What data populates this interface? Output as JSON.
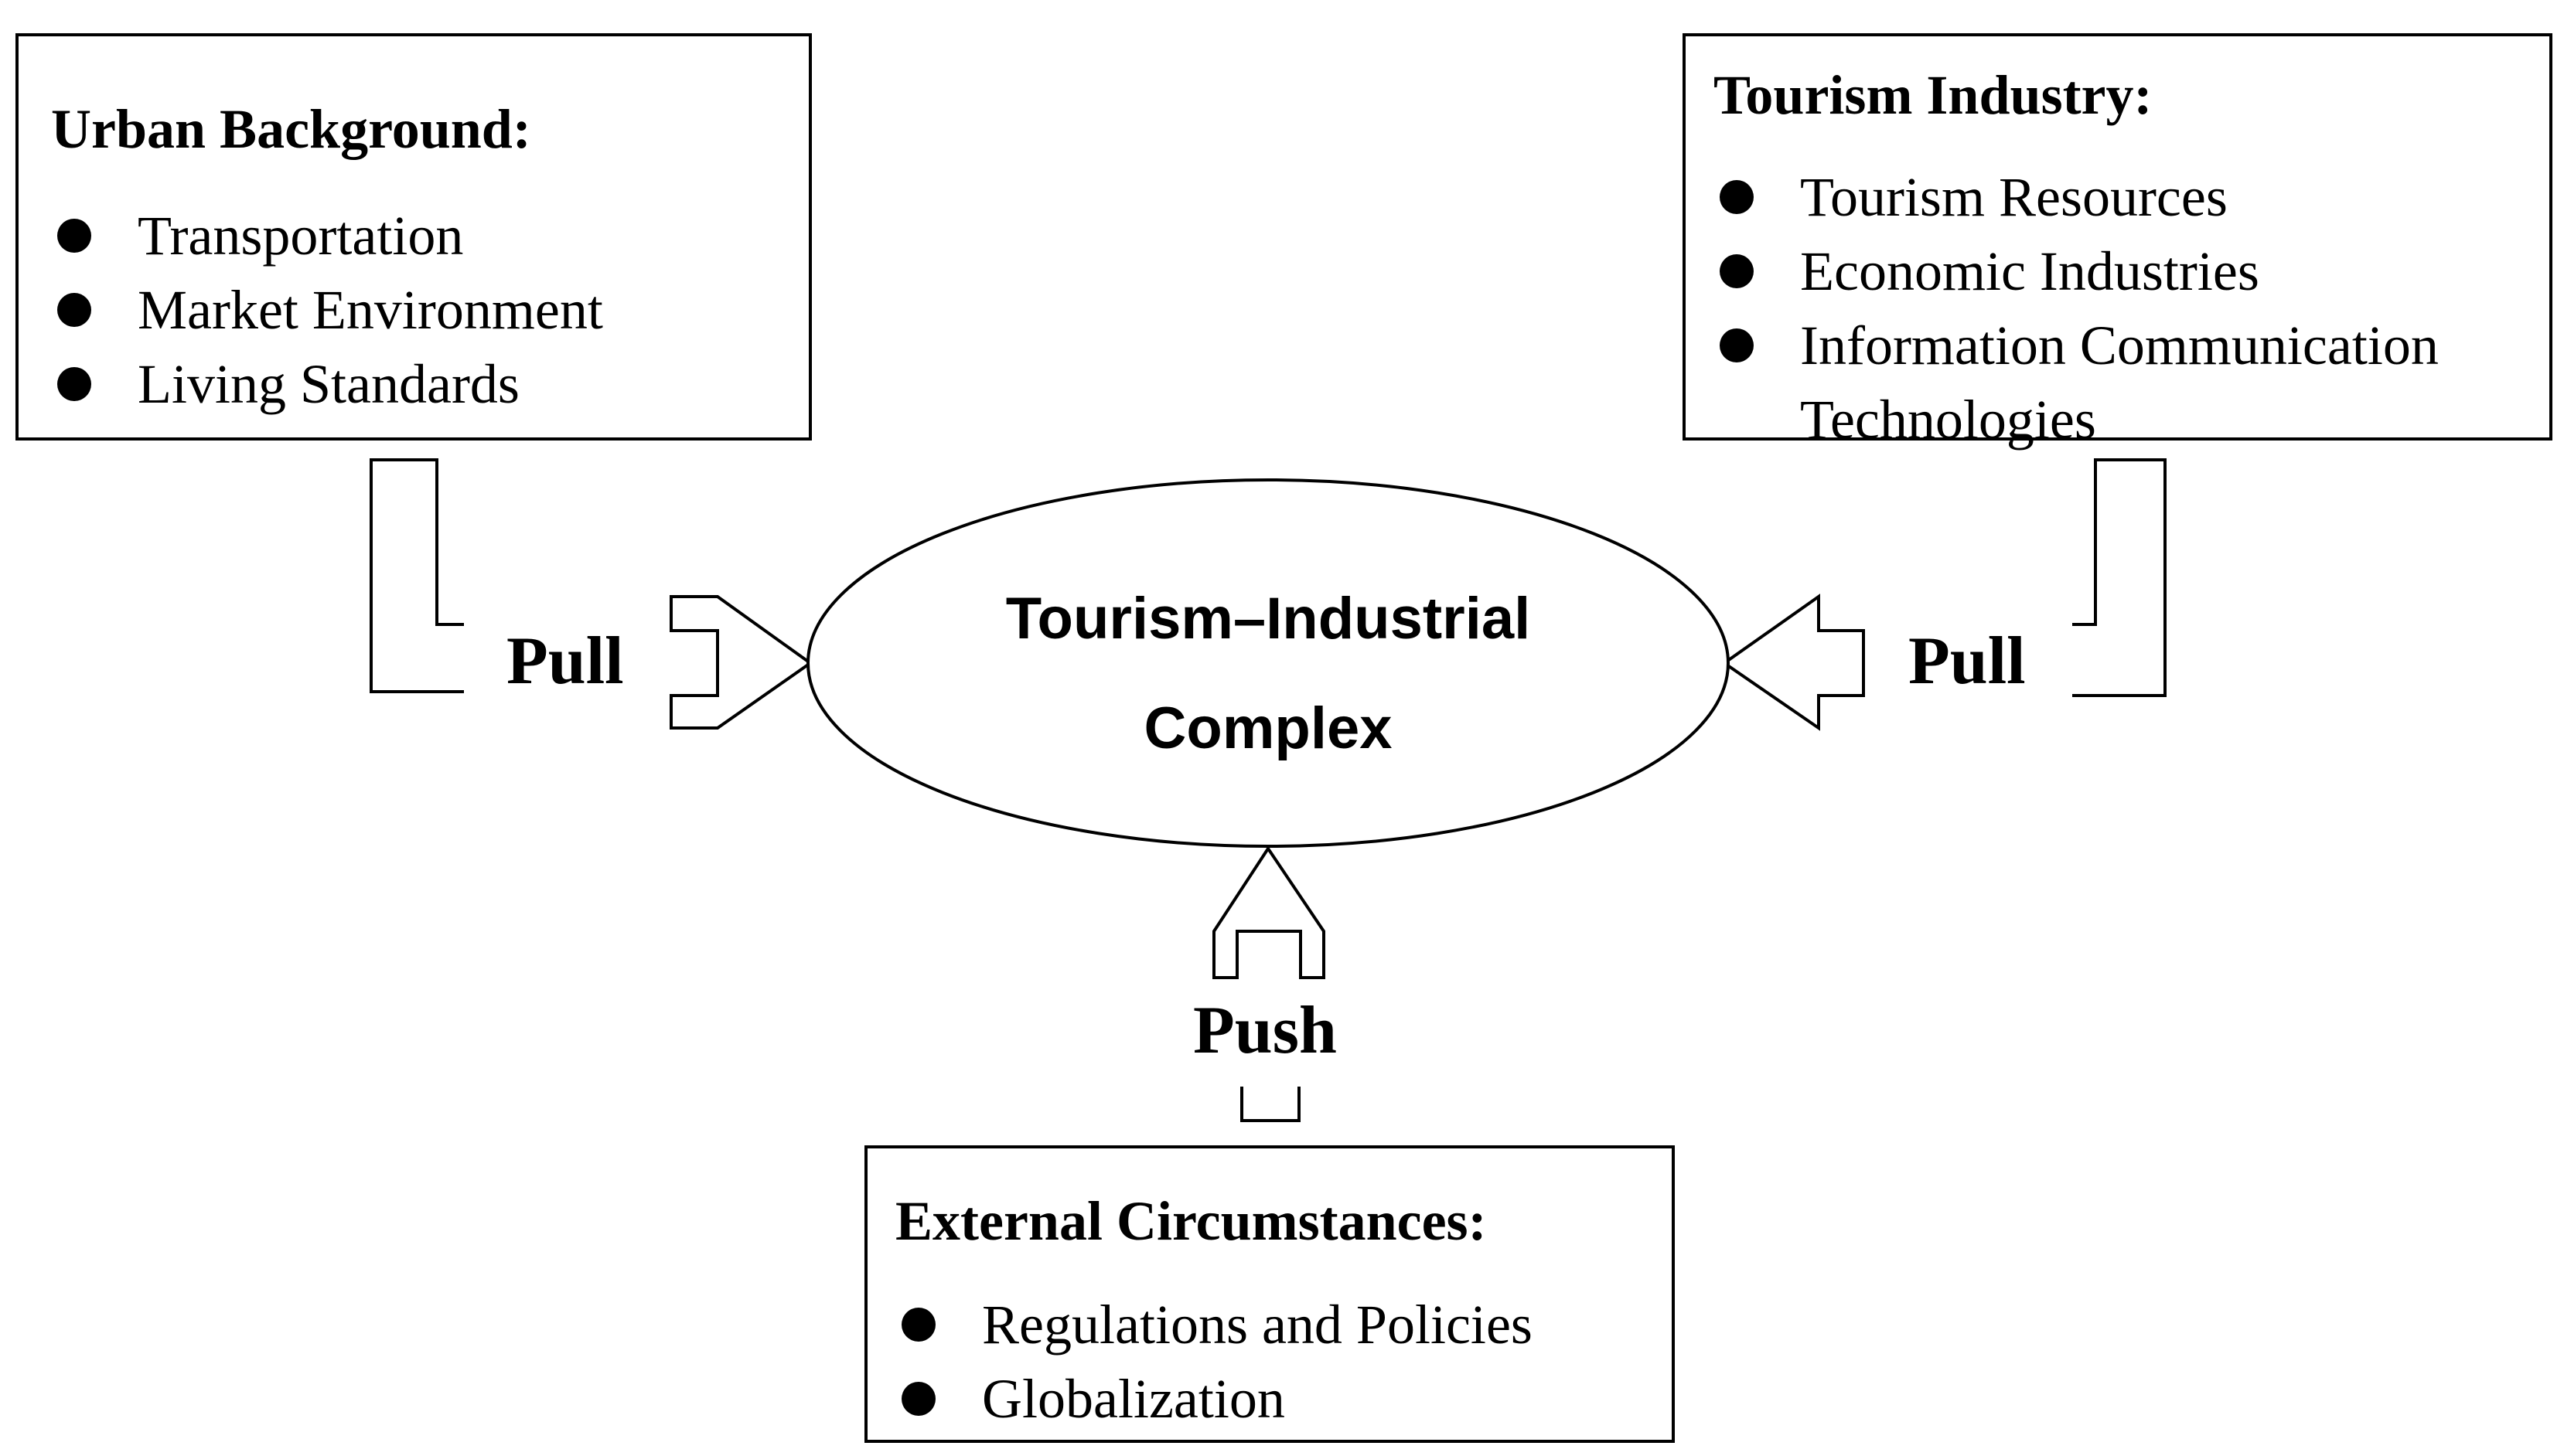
{
  "core": {
    "line1": "Tourism–Industrial",
    "line2": "Complex"
  },
  "urban_background": {
    "title": "Urban Background:",
    "items": [
      "Transportation",
      "Market Environment",
      "Living Standards"
    ]
  },
  "tourism_industry": {
    "title": "Tourism Industry:",
    "items": [
      "Tourism Resources",
      "Economic Industries",
      "Information Communication",
      "Technologies"
    ]
  },
  "external_circumstances": {
    "title": "External Circumstances:",
    "items": [
      "Regulations and Policies",
      "Globalization"
    ]
  },
  "forces": {
    "left": "Pull",
    "right": "Pull",
    "bottom": "Push"
  }
}
